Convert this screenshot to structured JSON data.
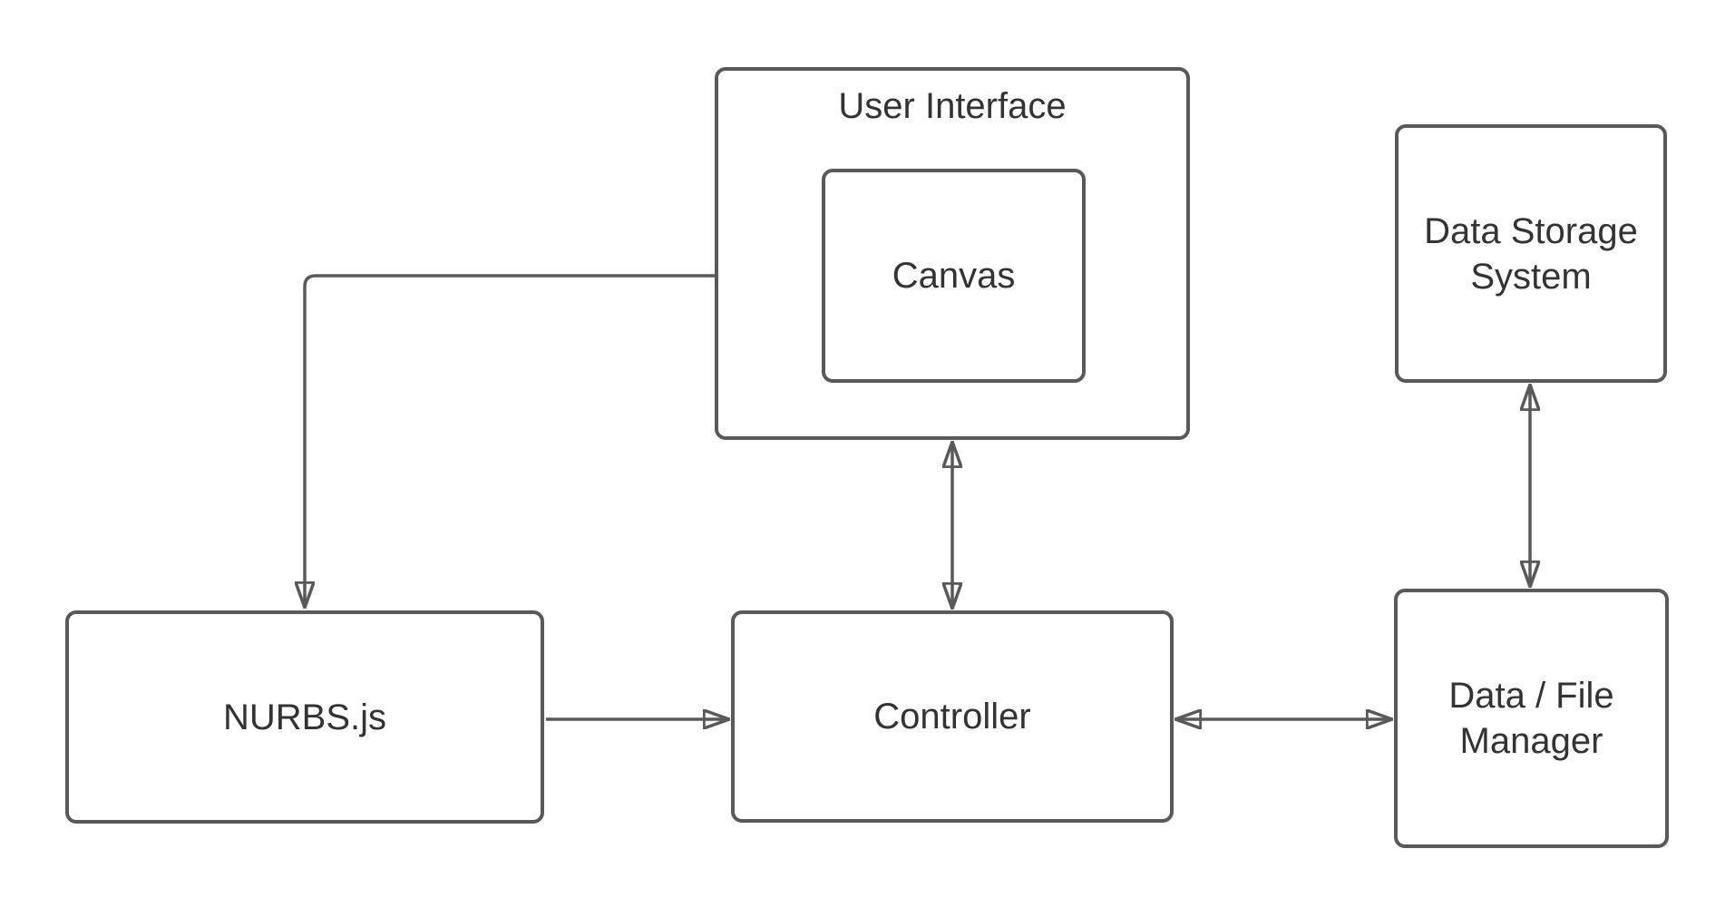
{
  "diagram": {
    "background_color": "#ffffff",
    "stroke_color": "#595959",
    "text_color": "#333333",
    "boxes": [
      {
        "id": "user-interface",
        "label": "User Interface"
      },
      {
        "id": "canvas",
        "label": "Canvas"
      },
      {
        "id": "data-storage-system",
        "label": "Data Storage\nSystem"
      },
      {
        "id": "nurbs-js",
        "label": "NURBS.js"
      },
      {
        "id": "controller",
        "label": "Controller"
      },
      {
        "id": "data-file-manager",
        "label": "Data / File\nManager"
      }
    ],
    "connectors": [
      {
        "id": "nurbs-canvas",
        "from": "nurbs-js",
        "to": "canvas",
        "shape": "elbow",
        "arrowheads": "both"
      },
      {
        "id": "ui-controller",
        "from": "user-interface",
        "to": "controller",
        "shape": "straight",
        "arrowheads": "both"
      },
      {
        "id": "nurbs-controller",
        "from": "nurbs-js",
        "to": "controller",
        "shape": "straight",
        "arrowheads": "end"
      },
      {
        "id": "controller-manager",
        "from": "controller",
        "to": "data-file-manager",
        "shape": "straight",
        "arrowheads": "both"
      },
      {
        "id": "storage-manager",
        "from": "data-storage-system",
        "to": "data-file-manager",
        "shape": "straight",
        "arrowheads": "both"
      }
    ]
  }
}
